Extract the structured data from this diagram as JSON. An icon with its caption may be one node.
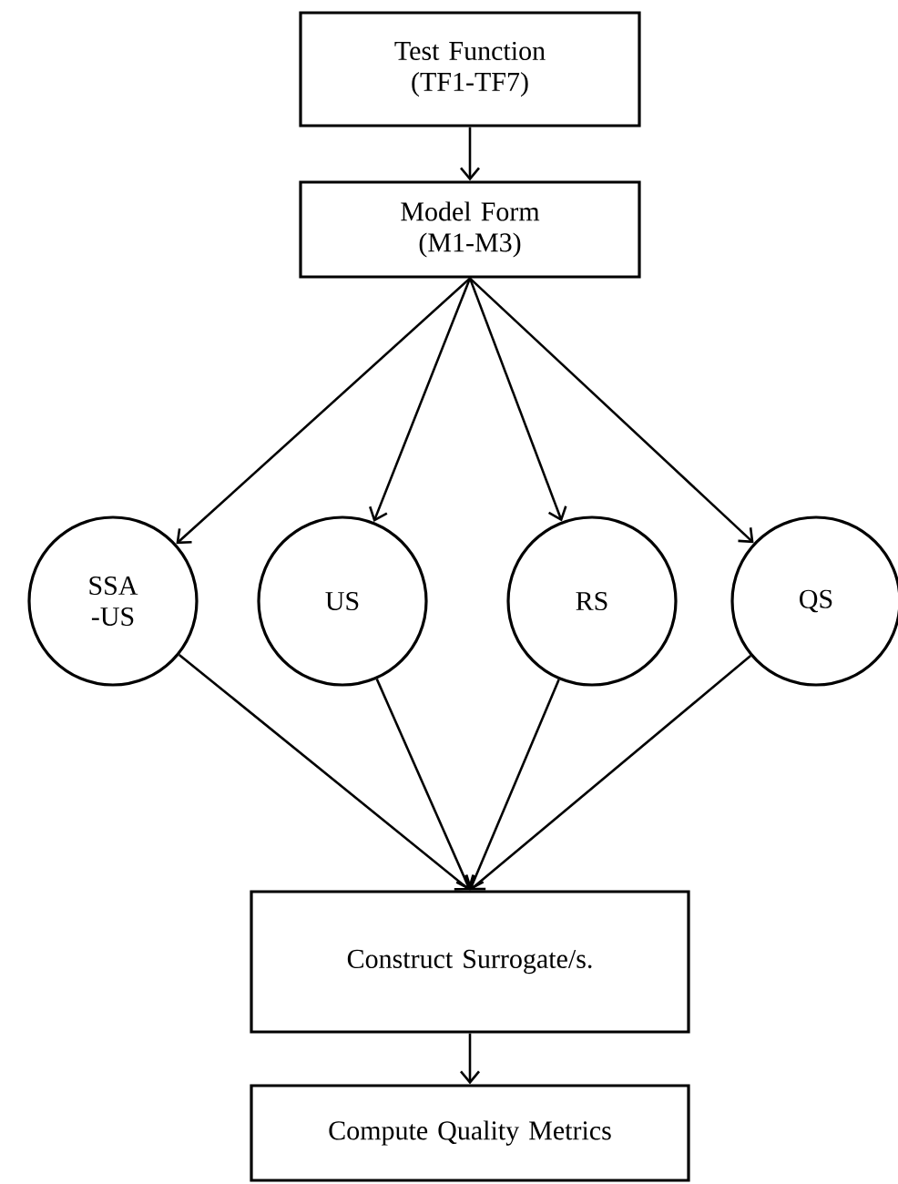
{
  "diagram": {
    "nodes": [
      {
        "text": [
          "Test Function (TF1-TF7)"
        ]
      },
      {
        "text": [
          "Model Form (M1-M3)"
        ]
      },
      {
        "text": [
          "SSA -US"
        ]
      },
      {
        "text": [
          "US"
        ]
      },
      {
        "text": [
          "RS"
        ]
      },
      {
        "text": [
          "QS"
        ]
      },
      {
        "text": [
          "Construct Surrogate/s."
        ]
      },
      {
        "text": [
          "Compute Quality Metrics"
        ]
      }
    ],
    "edges": [
      {
        "from": 0,
        "to": 1,
        "arrow": "to"
      },
      {
        "from": 1,
        "to": 2,
        "arrow": "to"
      },
      {
        "from": 1,
        "to": 3,
        "arrow": "to"
      },
      {
        "from": 1,
        "to": 4,
        "arrow": "to"
      },
      {
        "from": 1,
        "to": 5,
        "arrow": "to"
      },
      {
        "from": 2,
        "to": 6,
        "arrow": "to"
      },
      {
        "from": 3,
        "to": 6,
        "arrow": "to"
      },
      {
        "from": 4,
        "to": 6,
        "arrow": "to"
      },
      {
        "from": 5,
        "to": 6,
        "arrow": "to"
      },
      {
        "from": 6,
        "to": 7,
        "arrow": "to"
      }
    ]
  }
}
